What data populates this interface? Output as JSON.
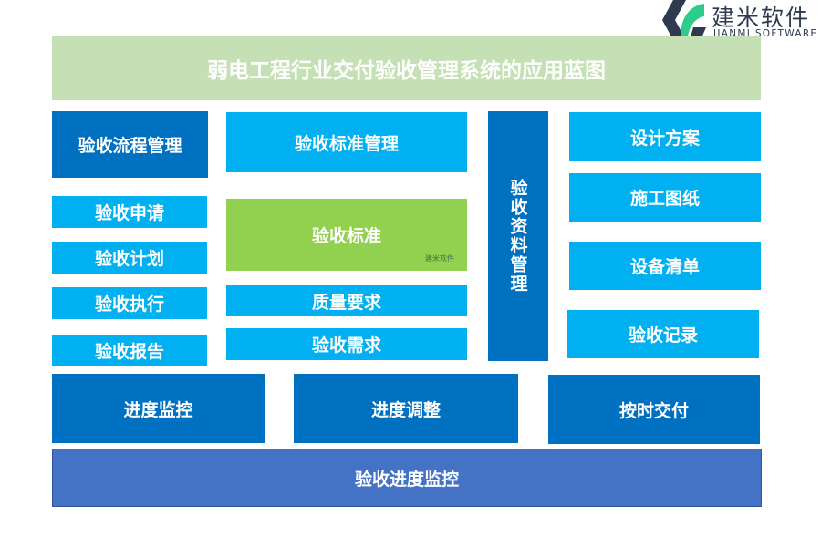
{
  "logo": {
    "cn": "建米软件",
    "en": "JIANMI SOFTWARE"
  },
  "title": "弱电工程行业交付验收管理系统的应用蓝图",
  "blocks": {
    "process_mgmt": "验收流程管理",
    "standard_mgmt": "验收标准管理",
    "docs_mgmt": "验收资料管理",
    "design": "设计方案",
    "drawings": "施工图纸",
    "equipment": "设备清单",
    "records": "验收记录",
    "apply": "验收申请",
    "plan": "验收计划",
    "execute": "验收执行",
    "report": "验收报告",
    "standard": "验收标准",
    "quality": "质量要求",
    "demand": "验收需求",
    "monitor": "进度监控",
    "adjust": "进度调整",
    "deliver": "按时交付",
    "overall": "验收进度监控"
  },
  "watermark": "建米软件",
  "colors": {
    "dark": "#0070C0",
    "light": "#00B0F0",
    "green": "#92D050",
    "base": "#4472C4",
    "title": "#C5E0B4"
  }
}
